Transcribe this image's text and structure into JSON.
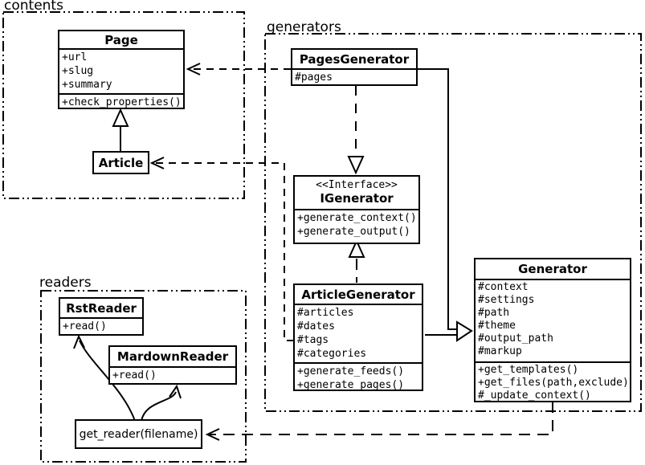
{
  "packages": {
    "contents": {
      "label": "contents"
    },
    "generators": {
      "label": "generators"
    },
    "readers": {
      "label": "readers"
    }
  },
  "classes": {
    "page": {
      "title": "Page",
      "attributes": [
        "+url",
        "+slug",
        "+summary"
      ],
      "methods": [
        "+check_properties()"
      ]
    },
    "article": {
      "title": "Article"
    },
    "pages_generator": {
      "title": "PagesGenerator",
      "attributes": [
        "#pages"
      ]
    },
    "igenerator": {
      "stereotype": "<<Interface>>",
      "title": "IGenerator",
      "methods": [
        "+generate_context()",
        "+generate_output()"
      ]
    },
    "article_generator": {
      "title": "ArticleGenerator",
      "attributes": [
        "#articles",
        "#dates",
        "#tags",
        "#categories"
      ],
      "methods": [
        "+generate_feeds()",
        "+generate_pages()"
      ]
    },
    "generator": {
      "title": "Generator",
      "attributes": [
        "#context",
        "#settings",
        "#path",
        "#theme",
        "#output_path",
        "#markup"
      ],
      "methods": [
        "+get_templates()",
        "+get_files(path,exclude)",
        "#_update_context()"
      ]
    },
    "rst_reader": {
      "title": "RstReader",
      "methods": [
        "+read()"
      ]
    },
    "mardown_reader": {
      "title": "MardownReader",
      "methods": [
        "+read()"
      ]
    },
    "get_reader": {
      "label": "get_reader(filename)"
    }
  },
  "colors": {
    "ink": "#000000",
    "paper": "#ffffff"
  }
}
